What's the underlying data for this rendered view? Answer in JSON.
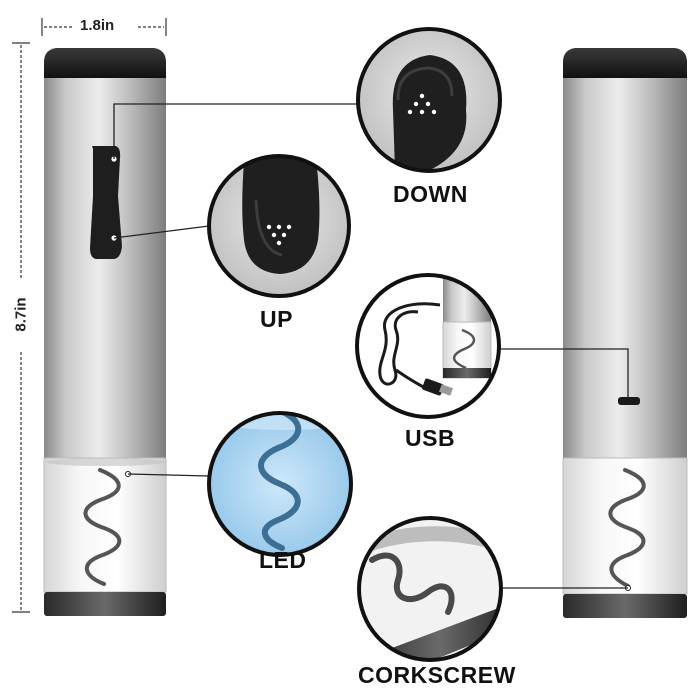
{
  "dimensions": {
    "width": "1.8in",
    "height": "8.7in"
  },
  "callouts": {
    "down": "DOWN",
    "up": "UP",
    "usb": "USB",
    "led": "LED",
    "corkscrew": "CORKSCREW"
  },
  "colors": {
    "steel_light": "#d9d9d9",
    "steel_dark": "#8c8c8c",
    "cap": "#1c1c1c",
    "led_blue": "#a9d4f0",
    "leader_line": "#222222"
  }
}
